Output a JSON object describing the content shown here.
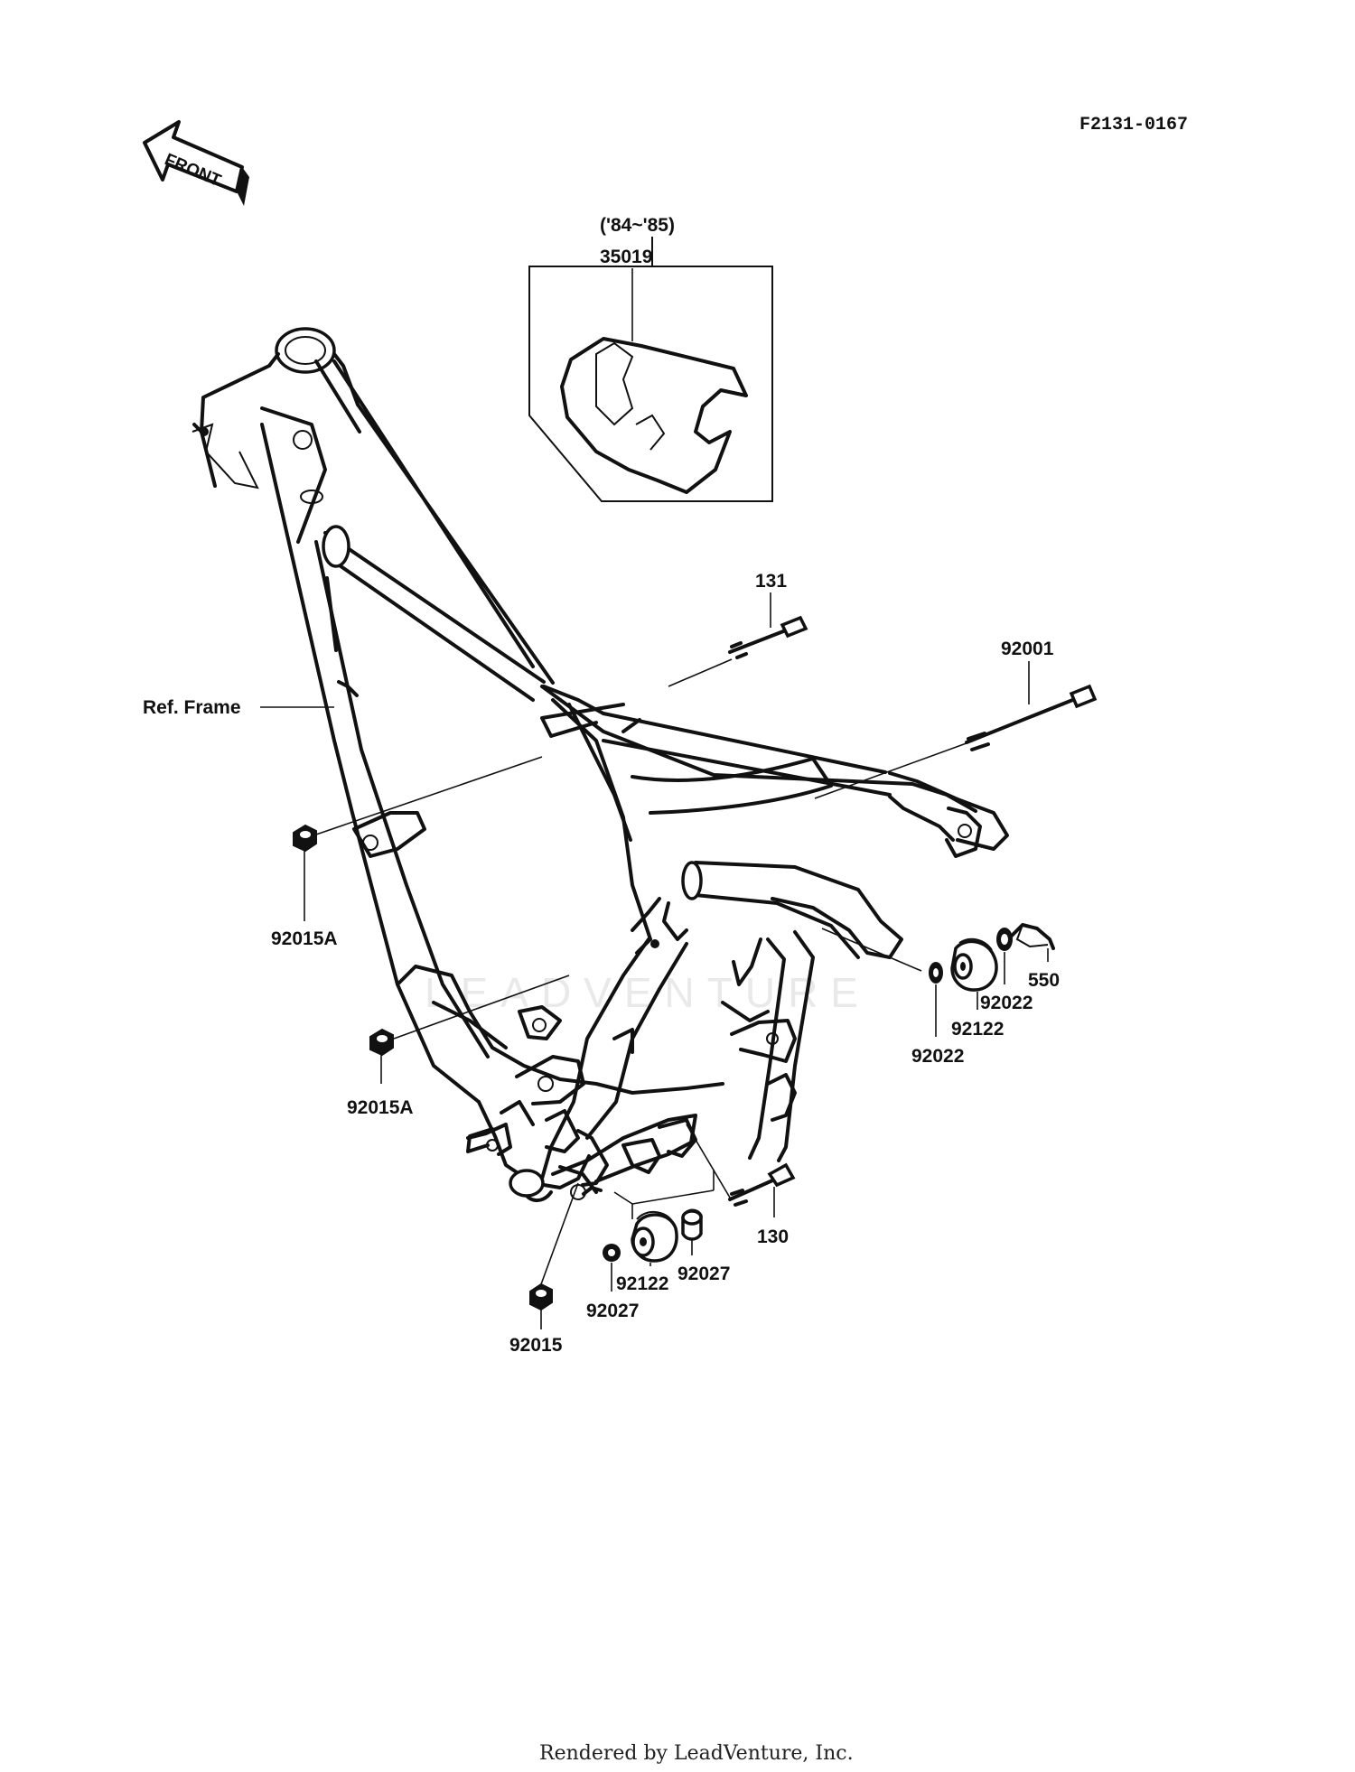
{
  "diagram_code": "F2131-0167",
  "front_arrow_text": "FRONT",
  "variant_box": {
    "years": "('84~'85)",
    "part": "35019"
  },
  "callouts": {
    "bolt_131": "131",
    "bolt_92001": "92001",
    "ref_frame": "Ref. Frame",
    "nut_upper": "92015A",
    "nut_middle": "92015A",
    "nut_lower": "92015",
    "collar_92022_a": "92022",
    "damper_92122_a": "92122",
    "collar_92022_b": "92022",
    "pin_550": "550",
    "collar_92027_a": "92027",
    "damper_92122_b": "92122",
    "collar_92027_b": "92027",
    "bolt_130": "130"
  },
  "watermark": "LEADVENTURE",
  "footer": "Rendered by LeadVenture, Inc."
}
